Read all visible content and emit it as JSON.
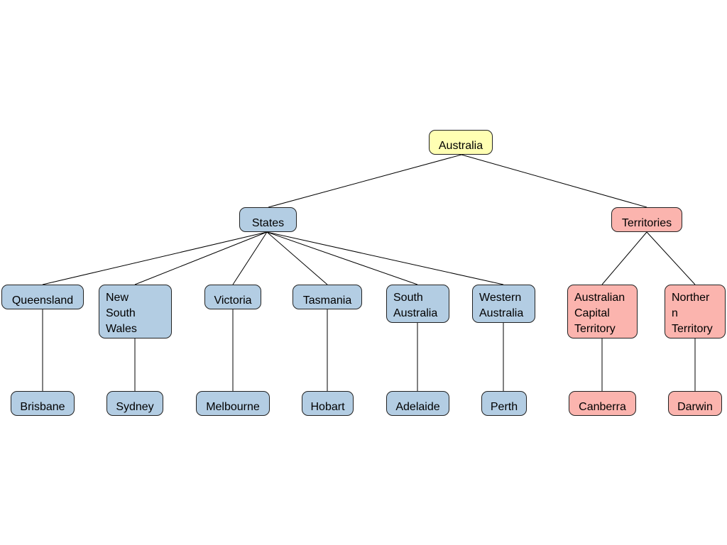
{
  "root": "Australia",
  "groups": {
    "states": "States",
    "territories": "Territories"
  },
  "states": [
    "Queensland",
    "New\nSouth\nWales",
    "Victoria",
    "Tasmania",
    "South\nAustralia",
    "Western\nAustralia"
  ],
  "territories": [
    "Australian\nCapital\nTerritory",
    "Norther\nn\nTerritory"
  ],
  "capitals": [
    "Brisbane",
    "Sydney",
    "Melbourne",
    "Hobart",
    "Adelaide",
    "Perth",
    "Canberra",
    "Darwin"
  ],
  "colors": {
    "root": "#ffffb3",
    "state": "#b3cde3",
    "territory": "#fbb4ae"
  }
}
